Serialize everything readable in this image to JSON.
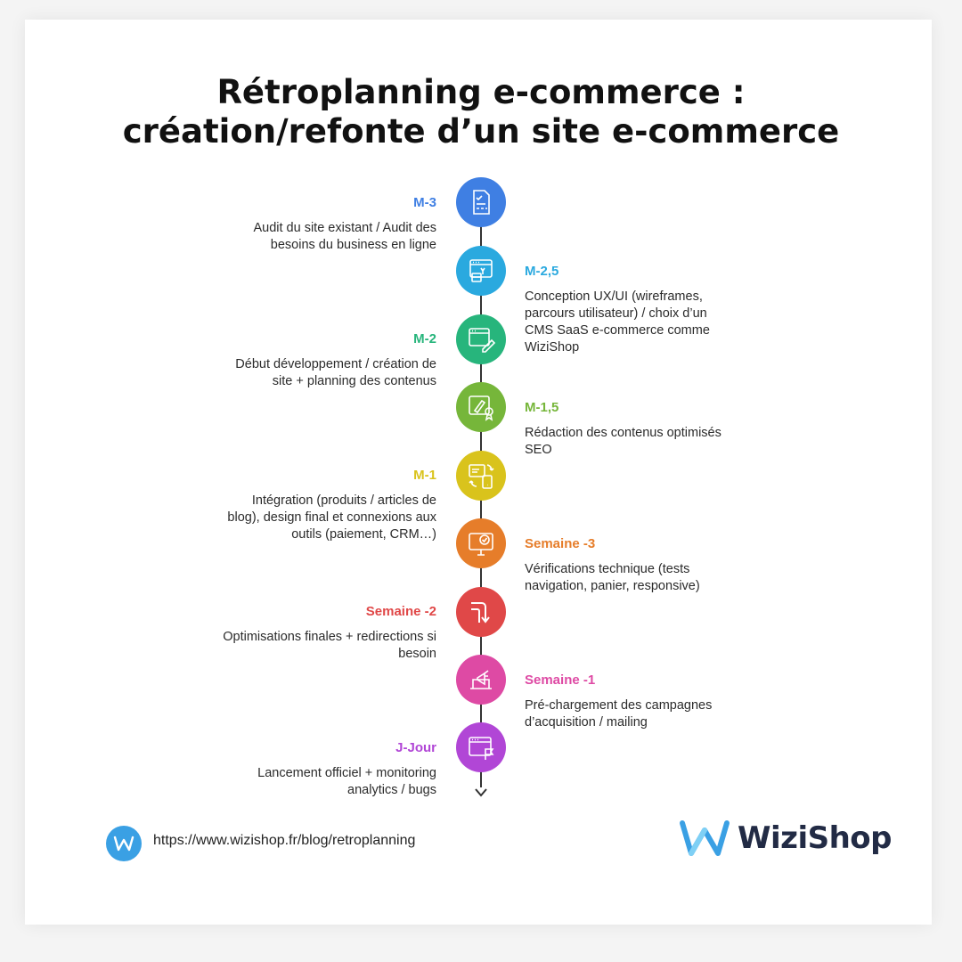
{
  "title": {
    "line1": "Rétroplanning e-commerce :",
    "line2": "création/refonte d’un site e-commerce"
  },
  "steps": [
    {
      "label": "M-3",
      "desc": "Audit du site existant / Audit des besoins du business en ligne",
      "color": "#3f7fe3",
      "icon": "checklist-document-icon"
    },
    {
      "label": "M-2,5",
      "desc": "Conception UX/UI (wireframes, parcours utilisateur) / choix d’un CMS SaaS e-commerce comme WiziShop",
      "color": "#2aa9df",
      "icon": "wireframe-layout-icon"
    },
    {
      "label": "M-2",
      "desc": "Début développement / création de site + planning des contenus",
      "color": "#27b57c",
      "icon": "browser-pencil-icon"
    },
    {
      "label": "M-1,5",
      "desc": "Rédaction des contenus optimisés SEO",
      "color": "#76b63a",
      "icon": "pen-award-icon"
    },
    {
      "label": "M-1",
      "desc": "Intégration (produits / articles de blog), design final et connexions aux outils (paiement, CRM…)",
      "color": "#d9c31c",
      "icon": "devices-sync-icon"
    },
    {
      "label": "Semaine -3",
      "desc": "Vérifications technique (tests navigation, panier, responsive)",
      "color": "#e67d2a",
      "icon": "monitor-check-icon"
    },
    {
      "label": "Semaine -2",
      "desc": "Optimisations finales + redirections si besoin",
      "color": "#e04848",
      "icon": "redirect-arrow-icon"
    },
    {
      "label": "Semaine -1",
      "desc": "Pré-chargement des campagnes d’acquisition / mailing",
      "color": "#de4aa4",
      "icon": "megaphone-laptop-icon"
    },
    {
      "label": "J-Jour",
      "desc": "Lancement officiel + monitoring analytics / bugs",
      "color": "#b146d6",
      "icon": "browser-flag-icon"
    }
  ],
  "footer": {
    "url": "https://www.wizishop.fr/blog/retroplanning",
    "logo_text": "WiziShop",
    "logo_color": "#3aa0e4"
  }
}
